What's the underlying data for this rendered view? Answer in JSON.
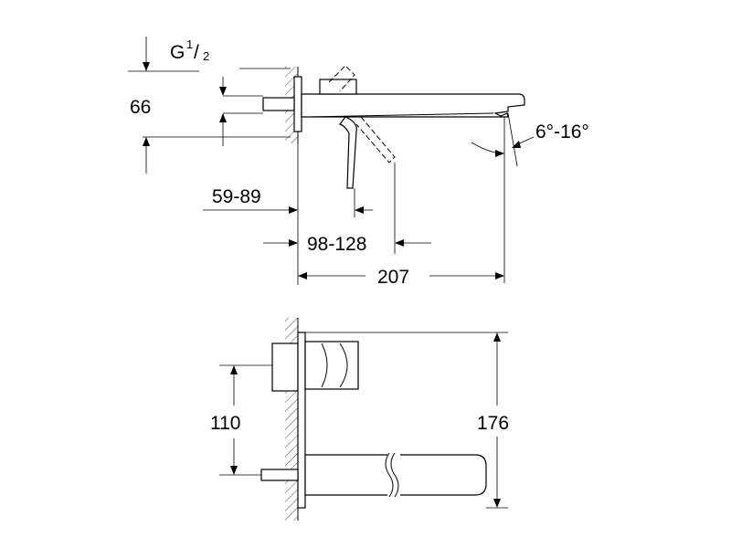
{
  "dimensions": {
    "thread_main": "G",
    "thread_num": "1",
    "thread_den": "2",
    "height_66": "66",
    "angle": "6°-16°",
    "depth_59_89": "59-89",
    "depth_98_128": "98-128",
    "projection_207": "207",
    "spacing_110": "110",
    "width_176": "176"
  }
}
